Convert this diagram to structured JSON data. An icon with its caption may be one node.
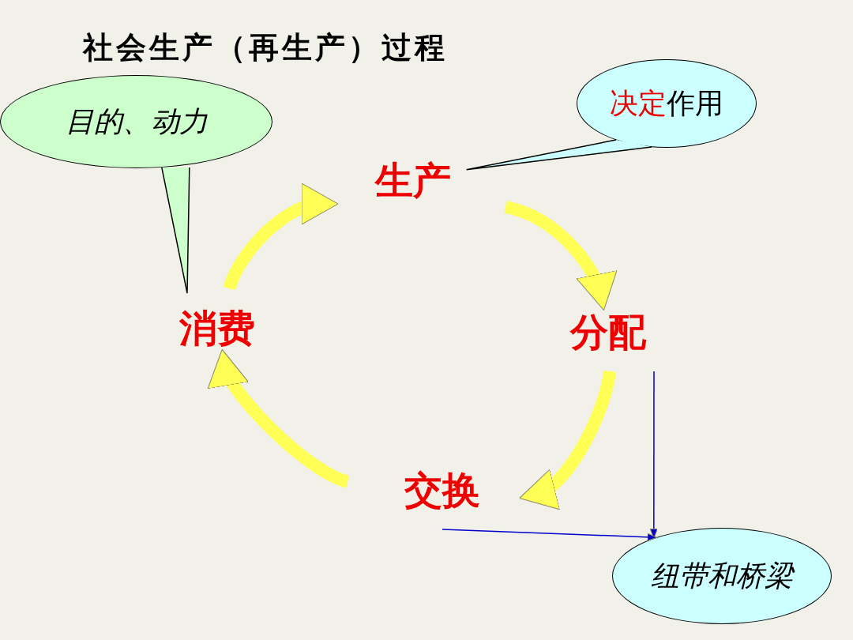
{
  "diagram": {
    "title": "社会生产（再生产）过程",
    "nodes": [
      {
        "text": [
          "生产"
        ]
      },
      {
        "text": [
          "分配"
        ]
      },
      {
        "text": [
          "交换"
        ]
      },
      {
        "text": [
          "消费"
        ]
      },
      {
        "text": [
          "决定",
          "作用"
        ]
      },
      {
        "text": [
          "目的、动力"
        ]
      },
      {
        "text": [
          "纽带和桥梁"
        ]
      }
    ],
    "edges": [
      {
        "from": 0,
        "to": 1,
        "arrow": "to",
        "style": "thick"
      },
      {
        "from": 1,
        "to": 2,
        "arrow": "to",
        "style": "thick"
      },
      {
        "from": 2,
        "to": 3,
        "arrow": "to",
        "style": "thick"
      },
      {
        "from": 3,
        "to": 0,
        "arrow": "to",
        "style": "thick"
      },
      {
        "from": 4,
        "to": 0,
        "arrow": "none",
        "color": "#000000"
      },
      {
        "from": 5,
        "to": 3,
        "arrow": "none",
        "color": "#000000"
      },
      {
        "from": 1,
        "to": 6,
        "arrow": "to",
        "color": "#0000cc"
      },
      {
        "from": 2,
        "to": 6,
        "arrow": "to",
        "color": "#0000cc"
      }
    ]
  }
}
